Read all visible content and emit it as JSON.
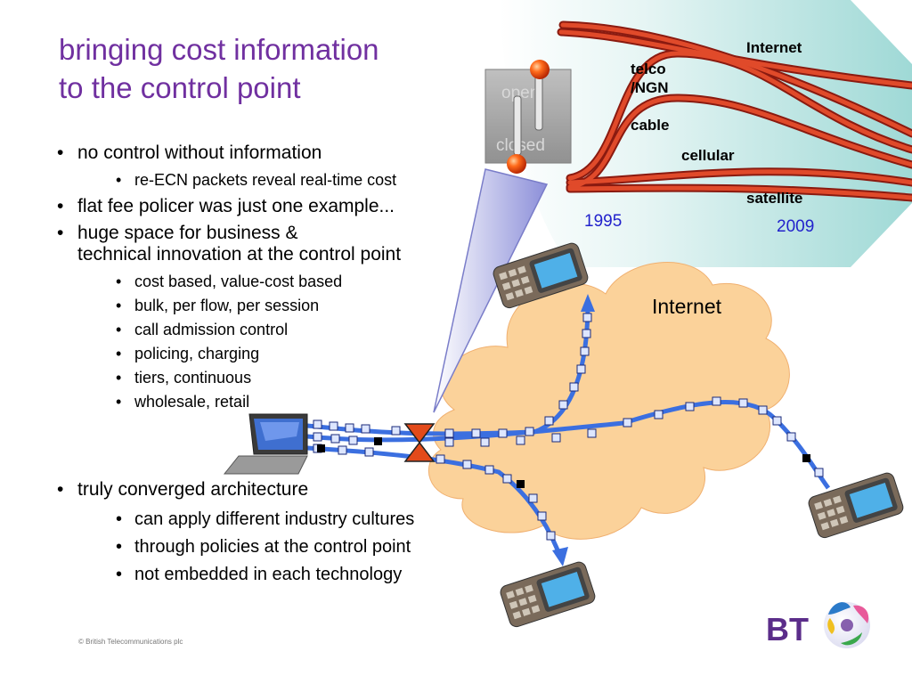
{
  "title": {
    "line1": "bringing cost information",
    "line2": "to the control point"
  },
  "bullets": [
    {
      "level": 1,
      "text": "no control without information"
    },
    {
      "level": 2,
      "text": "re-ECN packets reveal real-time cost"
    },
    {
      "level": 1,
      "text": "flat fee policer was just one example..."
    },
    {
      "level": 1,
      "text": "huge space for business &"
    },
    {
      "level": 1,
      "text": "technical innovation at the control point",
      "continuation": true
    },
    {
      "level": 2,
      "text": "cost based, value-cost based"
    },
    {
      "level": 2,
      "text": "bulk, per flow, per session"
    },
    {
      "level": 2,
      "text": "call admission control"
    },
    {
      "level": 2,
      "text": "policing, charging"
    },
    {
      "level": 2,
      "text": "tiers, continuous"
    },
    {
      "level": 2,
      "text": "wholesale, retail"
    },
    {
      "level": 1,
      "text": "truly converged architecture"
    },
    {
      "level": 2,
      "text": "can apply different industry cultures"
    },
    {
      "level": 2,
      "text": "through policies at the control point"
    },
    {
      "level": 2,
      "text": "not embedded in each technology"
    }
  ],
  "bullet_glyph": "•",
  "switch": {
    "open_label": "open",
    "closed_label": "closed"
  },
  "convergence": {
    "internet": "Internet",
    "telco_line1": "telco",
    "telco_line2": "/NGN",
    "cable": "cable",
    "cellular": "cellular",
    "satellite": "satellite",
    "year_start": "1995",
    "year_end": "2009"
  },
  "cloud_label": "Internet",
  "logo_text": "BT",
  "footer": "© British Telecommunications plc",
  "colors": {
    "title": "#7030a0",
    "year": "#2222cc",
    "pipe": "#c0392b",
    "cloud": "#fbd29a",
    "flow": "#3b6fe0",
    "panel": "#bfe6e4"
  },
  "icons": [
    "laptop-icon",
    "mobile-phone-icon",
    "bt-globe-logo-icon",
    "switch-icon",
    "control-valve-icon"
  ]
}
